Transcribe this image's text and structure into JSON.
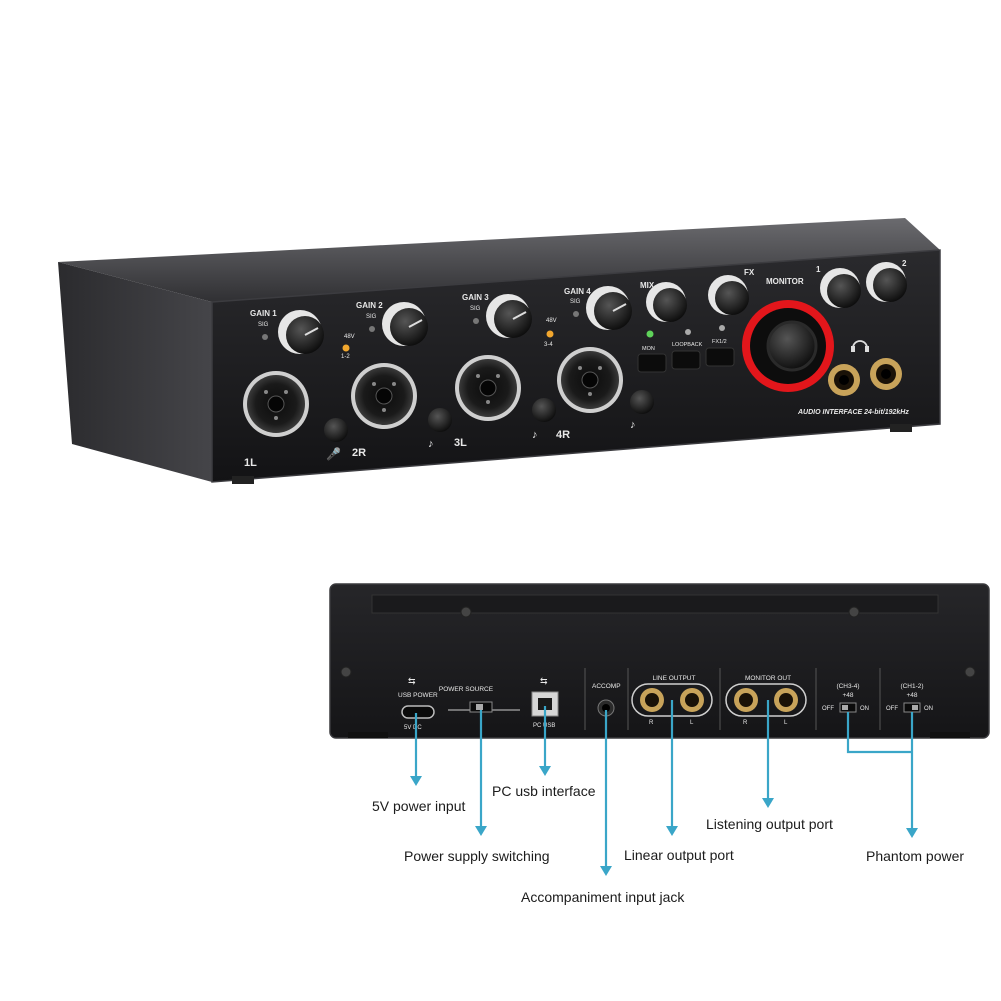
{
  "front_panel": {
    "gain_labels": [
      "GAIN 1",
      "GAIN 2",
      "GAIN 3",
      "GAIN 4"
    ],
    "sig_label": "SIG",
    "phantom_labels": [
      "48V",
      "1-2",
      "48V",
      "3-4"
    ],
    "channel_labels": [
      "1L",
      "2R",
      "3L",
      "4R"
    ],
    "mix_label": "MIX",
    "fx_label": "FX",
    "monitor_label": "MONITOR",
    "headphone_numbers": [
      "1",
      "2"
    ],
    "button_labels": [
      "MON",
      "LOOPBACK",
      "FX1/2"
    ],
    "model_text": "AUDIO INTERFACE  24-bit/192kHz"
  },
  "rear_panel": {
    "usb_power_label": "USB POWER",
    "dc_label": "5V DC",
    "power_source_label": "POWER SOURCE",
    "pc_usb_label": "PC USB",
    "accomp_label": "ACCOMP",
    "line_output_label": "LINE OUTPUT",
    "monitor_out_label": "MONITOR OUT",
    "ch34_label": "(CH3-4)",
    "ch12_label": "(CH1-2)",
    "plus48_label": "+48",
    "off_label": "OFF",
    "on_label": "ON",
    "r_label": "R",
    "l_label": "L"
  },
  "callouts": {
    "power_input": "5V power input",
    "pc_usb": "PC usb interface",
    "power_switching": "Power supply switching",
    "accompaniment": "Accompaniment input jack",
    "linear_output": "Linear output port",
    "listening_output": "Listening output port",
    "phantom_power": "Phantom power"
  },
  "colors": {
    "callout_line": "#3aa6c8",
    "chassis": "#1c1c1e",
    "monitor_ring": "#e3161b",
    "gold_jack": "#c8a35a"
  }
}
